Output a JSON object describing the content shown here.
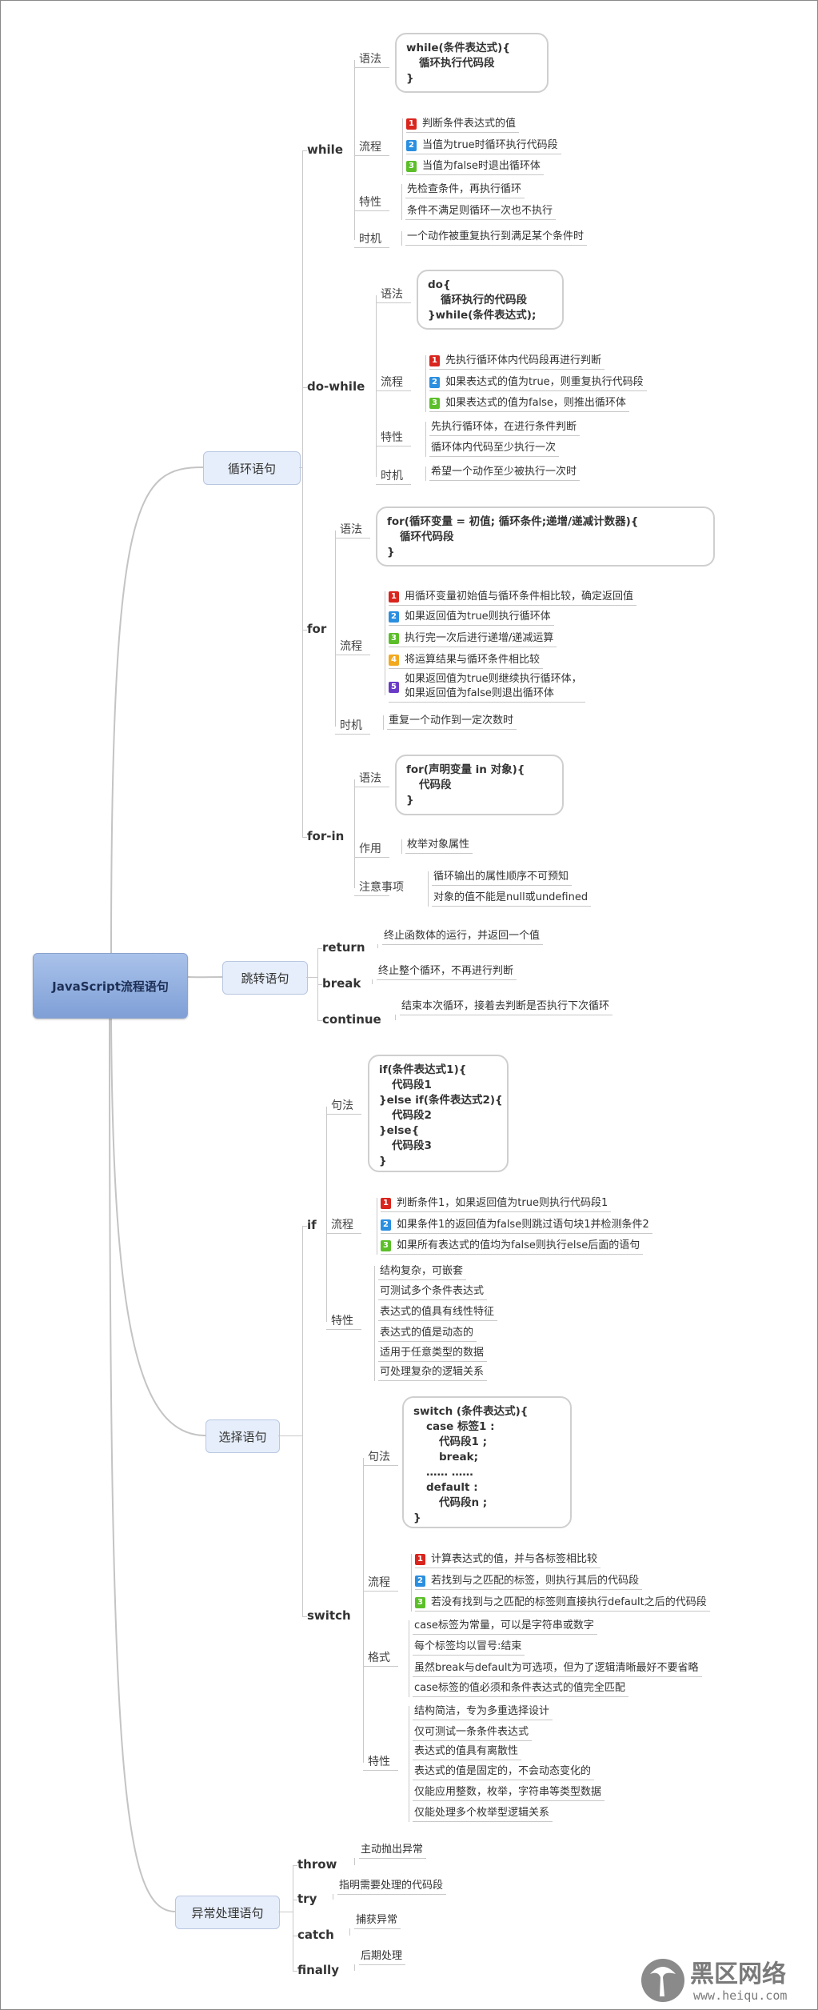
{
  "title": "JavaScript流程语句",
  "colors": {
    "badge_1": "#d9251d",
    "badge_2": "#2b8fe0",
    "badge_3": "#5cbf2a",
    "badge_4": "#f2a91f",
    "badge_5": "#6a3bc7"
  },
  "watermark": {
    "name": "黑区网络",
    "url": "www.heiqu.com"
  },
  "categories": [
    {
      "label": "循环语句",
      "children": [
        {
          "label": "while",
          "sections": [
            {
              "label": "语法",
              "type": "code",
              "lines": [
                "while(条件表达式){",
                "循环执行代码段",
                "}"
              ]
            },
            {
              "label": "流程",
              "type": "steps",
              "items": [
                {
                  "num": "1",
                  "text": "判断条件表达式的值"
                },
                {
                  "num": "2",
                  "text": "当值为true时循环执行代码段"
                },
                {
                  "num": "3",
                  "text": "当值为false时退出循环体"
                }
              ]
            },
            {
              "label": "特性",
              "type": "list",
              "items": [
                "先检查条件，再执行循环",
                "条件不满足则循环一次也不执行"
              ]
            },
            {
              "label": "时机",
              "type": "list",
              "items": [
                "一个动作被重复执行到满足某个条件时"
              ]
            }
          ]
        },
        {
          "label": "do-while",
          "sections": [
            {
              "label": "语法",
              "type": "code",
              "lines": [
                "do{",
                "循环执行的代码段",
                "}while(条件表达式);"
              ]
            },
            {
              "label": "流程",
              "type": "steps",
              "items": [
                {
                  "num": "1",
                  "text": "先执行循环体内代码段再进行判断"
                },
                {
                  "num": "2",
                  "text": "如果表达式的值为true，则重复执行代码段"
                },
                {
                  "num": "3",
                  "text": "如果表达式的值为false，则推出循环体"
                }
              ]
            },
            {
              "label": "特性",
              "type": "list",
              "items": [
                "先执行循环体，在进行条件判断",
                "循环体内代码至少执行一次"
              ]
            },
            {
              "label": "时机",
              "type": "list",
              "items": [
                "希望一个动作至少被执行一次时"
              ]
            }
          ]
        },
        {
          "label": "for",
          "sections": [
            {
              "label": "语法",
              "type": "code",
              "lines": [
                "for(循环变量 = 初值; 循环条件;递增/递减计数器){",
                "循环代码段",
                "}"
              ]
            },
            {
              "label": "流程",
              "type": "steps",
              "items": [
                {
                  "num": "1",
                  "text": "用循环变量初始值与循环条件相比较，确定返回值"
                },
                {
                  "num": "2",
                  "text": "如果返回值为true则执行循环体"
                },
                {
                  "num": "3",
                  "text": "执行完一次后进行递增/递减运算"
                },
                {
                  "num": "4",
                  "text": "将运算结果与循环条件相比较"
                },
                {
                  "num": "5",
                  "text": "如果返回值为true则继续执行循环体，\n如果返回值为false则退出循环体"
                }
              ]
            },
            {
              "label": "时机",
              "type": "list",
              "items": [
                "重复一个动作到一定次数时"
              ]
            }
          ]
        },
        {
          "label": "for-in",
          "sections": [
            {
              "label": "语法",
              "type": "code",
              "lines": [
                "for(声明变量 in 对象){",
                "代码段",
                "}"
              ]
            },
            {
              "label": "作用",
              "type": "list",
              "items": [
                "枚举对象属性"
              ]
            },
            {
              "label": "注意事项",
              "type": "list",
              "items": [
                "循环输出的属性顺序不可预知",
                "对象的值不能是null或undefined"
              ]
            }
          ]
        }
      ]
    },
    {
      "label": "跳转语句",
      "children": [
        {
          "label": "return",
          "note": "终止函数体的运行，并返回一个值"
        },
        {
          "label": "break",
          "note": "终止整个循环，不再进行判断"
        },
        {
          "label": "continue",
          "note": "结束本次循环，接着去判断是否执行下次循环"
        }
      ]
    },
    {
      "label": "选择语句",
      "children": [
        {
          "label": "if",
          "sections": [
            {
              "label": "句法",
              "type": "code",
              "lines": [
                "if(条件表达式1){",
                "代码段1",
                "}else if(条件表达式2){",
                "代码段2",
                "}else{",
                "代码段3",
                "}"
              ]
            },
            {
              "label": "流程",
              "type": "steps",
              "items": [
                {
                  "num": "1",
                  "text": "判断条件1，如果返回值为true则执行代码段1"
                },
                {
                  "num": "2",
                  "text": "如果条件1的返回值为false则跳过语句块1并检测条件2"
                },
                {
                  "num": "3",
                  "text": "如果所有表达式的值均为false则执行else后面的语句"
                }
              ]
            },
            {
              "label": "特性",
              "type": "list",
              "items": [
                "结构复杂，可嵌套",
                "可测试多个条件表达式",
                "表达式的值具有线性特征",
                "表达式的值是动态的",
                "适用于任意类型的数据",
                "可处理复杂的逻辑关系"
              ]
            }
          ]
        },
        {
          "label": "switch",
          "sections": [
            {
              "label": "句法",
              "type": "code",
              "lines": [
                "switch (条件表达式){",
                "case 标签1 :",
                "代码段1 ;",
                "break;",
                "…… ……",
                "default :",
                "代码段n ;",
                "}"
              ]
            },
            {
              "label": "流程",
              "type": "steps",
              "items": [
                {
                  "num": "1",
                  "text": "计算表达式的值，并与各标签相比较"
                },
                {
                  "num": "2",
                  "text": "若找到与之匹配的标签，则执行其后的代码段"
                },
                {
                  "num": "3",
                  "text": "若没有找到与之匹配的标签则直接执行default之后的代码段"
                }
              ]
            },
            {
              "label": "格式",
              "type": "list",
              "items": [
                "case标签为常量，可以是字符串或数字",
                "每个标签均以冒号:结束",
                "虽然break与default为可选项，但为了逻辑清晰最好不要省略",
                "case标签的值必须和条件表达式的值完全匹配"
              ]
            },
            {
              "label": "特性",
              "type": "list",
              "items": [
                "结构简洁，专为多重选择设计",
                "仅可测试一条条件表达式",
                "表达式的值具有离散性",
                "表达式的值是固定的，不会动态变化的",
                "仅能应用整数，枚举，字符串等类型数据",
                "仅能处理多个枚举型逻辑关系"
              ]
            }
          ]
        }
      ]
    },
    {
      "label": "异常处理语句",
      "children": [
        {
          "label": "throw",
          "note": "主动抛出异常"
        },
        {
          "label": "try",
          "note": "指明需要处理的代码段"
        },
        {
          "label": "catch",
          "note": "捕获异常"
        },
        {
          "label": "finally",
          "note": "后期处理"
        }
      ]
    }
  ]
}
